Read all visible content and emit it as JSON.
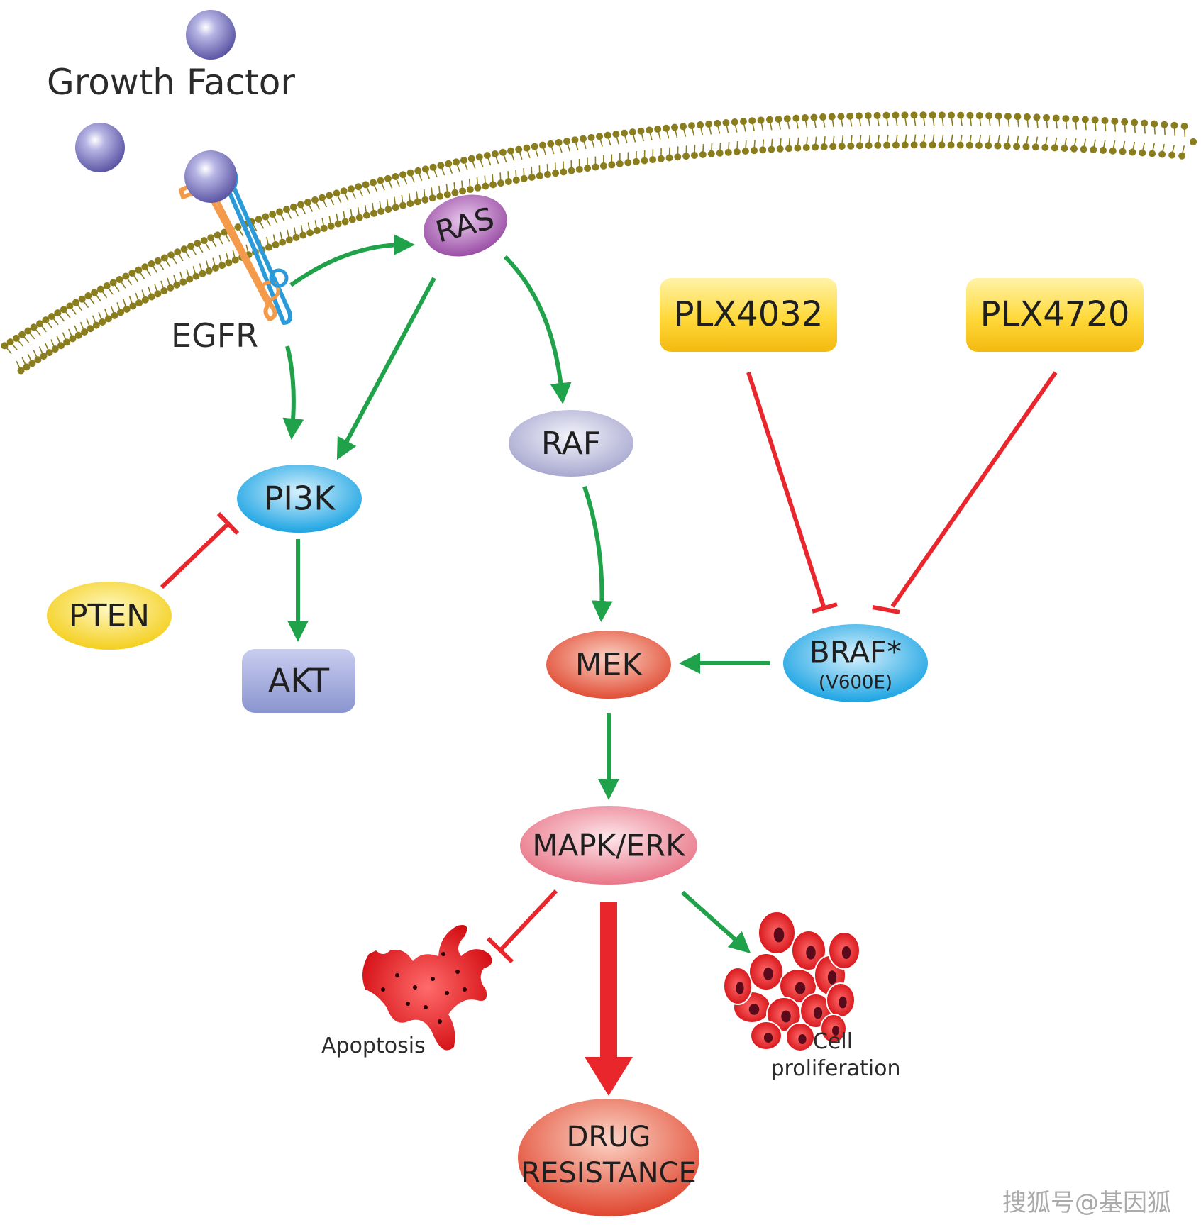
{
  "labels": {
    "growth_factor": "Growth Factor",
    "egfr": "EGFR",
    "apoptosis": "Apoptosis",
    "cell_line1": "Cell",
    "cell_line2": "proliferation",
    "watermark": "搜狐号@基因狐"
  },
  "nodes": {
    "ras": "RAS",
    "raf": "RAF",
    "pi3k": "PI3K",
    "pten": "PTEN",
    "akt": "AKT",
    "mek": "MEK",
    "braf": "BRAF*",
    "braf_sub": "(V600E)",
    "mapk": "MAPK/ERK",
    "drug_line1": "DRUG",
    "drug_line2": "RESISTANCE",
    "plx4032": "PLX4032",
    "plx4720": "PLX4720"
  },
  "colors": {
    "activation": "#1fa24a",
    "inhibition": "#e8262c",
    "membrane": "#8a7d1e",
    "ligand": "#7e7ac0"
  }
}
